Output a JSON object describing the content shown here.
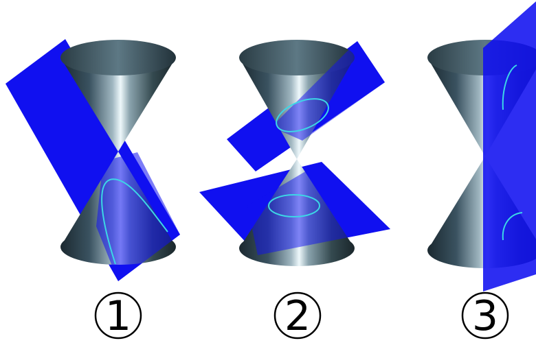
{
  "figures": [
    {
      "label": "1",
      "section": "parabola"
    },
    {
      "label": "2",
      "section": "ellipse"
    },
    {
      "label": "3",
      "section": "hyperbola"
    }
  ],
  "colors": {
    "plane": "#1010f0",
    "cone_dark": "#1c2c34",
    "cone_mid": "#4f6a76",
    "cone_light": "#e6f2f6",
    "curve": "#3cd7e6",
    "label": "#000000"
  }
}
